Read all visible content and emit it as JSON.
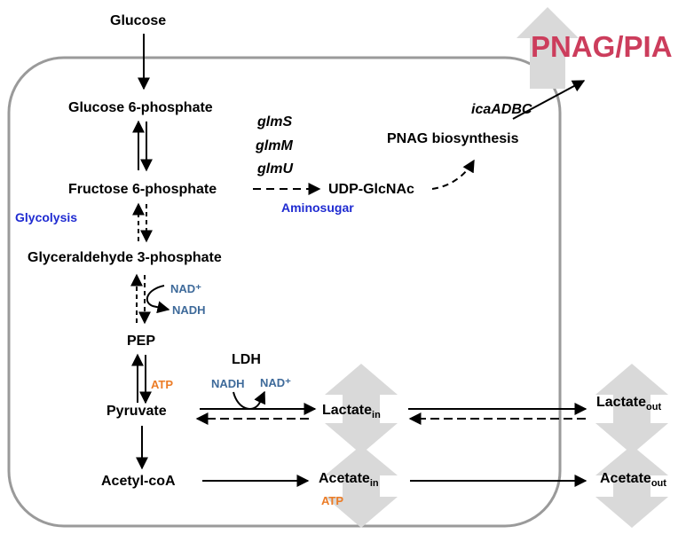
{
  "nodes": {
    "glucose": "Glucose",
    "glucose6p": "Glucose 6-phosphate",
    "fructose6p": "Fructose 6-phosphate",
    "glyceraldehyde3p": "Glyceraldehyde 3-phosphate",
    "pep": "PEP",
    "pyruvate": "Pyruvate",
    "acetylcoa": "Acetyl-coA",
    "udpglcnac": "UDP-GlcNAc",
    "pnag_biosynthesis": "PNAG biosynthesis",
    "pnag_pia": "PNAG/PIA",
    "lactate": "Lactate",
    "lactate_in_sub": "in",
    "lactate_out_sub": "out",
    "acetate": "Acetate",
    "acetate_in_sub": "in",
    "acetate_out_sub": "out"
  },
  "genes": {
    "glmS": "glmS",
    "glmM": "glmM",
    "glmU": "glmU",
    "icaADBC": "icaADBC"
  },
  "pathways": {
    "glycolysis": "Glycolysis",
    "aminosugar": "Aminosugar"
  },
  "enzymes": {
    "ldh": "LDH"
  },
  "cofactors": {
    "nad_plus_1": "NAD⁺",
    "nadh_1": "NADH",
    "nadh_2": "NADH",
    "nad_plus_2": "NAD⁺",
    "atp_1": "ATP",
    "atp_2": "ATP"
  },
  "colors": {
    "blue_label": "#1f2bd1",
    "cofactor": "#3e6a9a",
    "atp": "#ec7c26",
    "pnag": "#cc3d5c",
    "cell_border": "#9a9a9a",
    "big_arrow": "#d9d9d9"
  }
}
